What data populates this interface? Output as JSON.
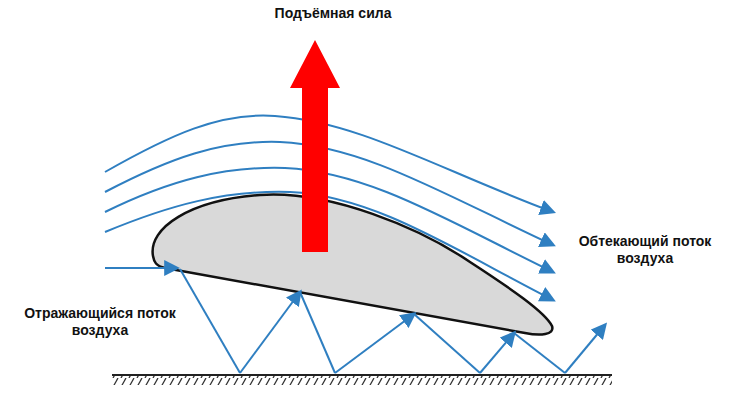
{
  "diagram": {
    "labels": [
      "Подъёмная сила",
      "Обтекающий поток воздуха",
      "Отражающийся поток воздуха"
    ]
  }
}
